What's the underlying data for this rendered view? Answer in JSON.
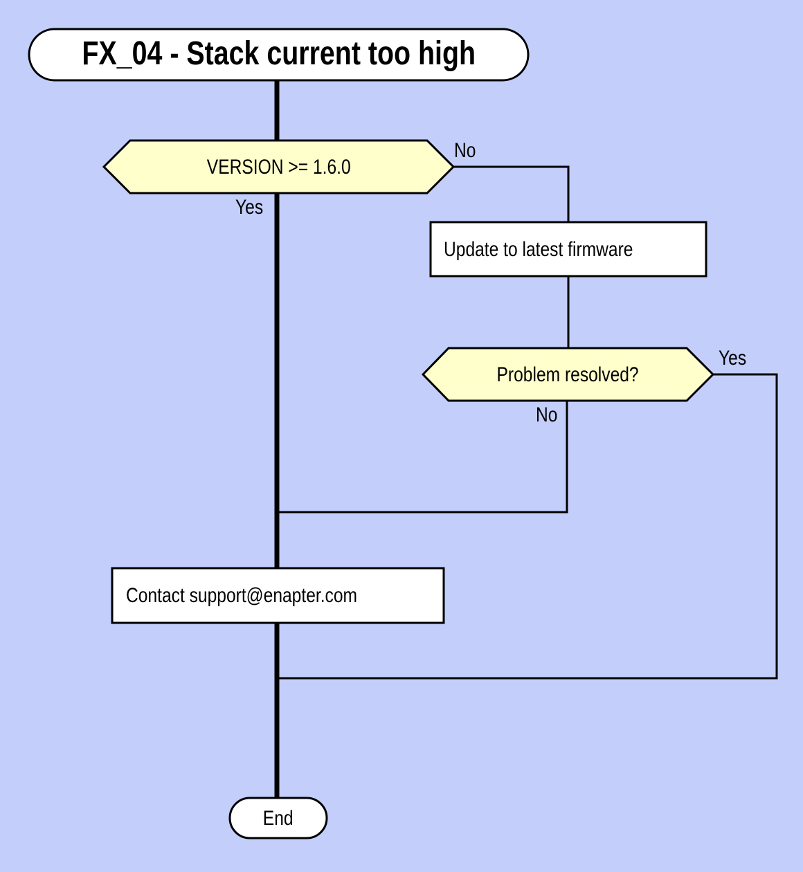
{
  "colors": {
    "background": "#c3cefb",
    "node-fill": "#ffffff",
    "decision-fill": "#ffffcc",
    "line": "#000000",
    "text": "#000000"
  },
  "flowchart": {
    "title": "FX_04 - Stack current too high",
    "nodes": {
      "decision_version": "VERSION >= 1.6.0",
      "update_firmware": "Update to latest firmware",
      "decision_resolved": "Problem resolved?",
      "contact_support": "Contact support@enapter.com",
      "end": "End"
    },
    "edge_labels": {
      "version_yes": "Yes",
      "version_no": "No",
      "resolved_yes": "Yes",
      "resolved_no": "No"
    }
  }
}
